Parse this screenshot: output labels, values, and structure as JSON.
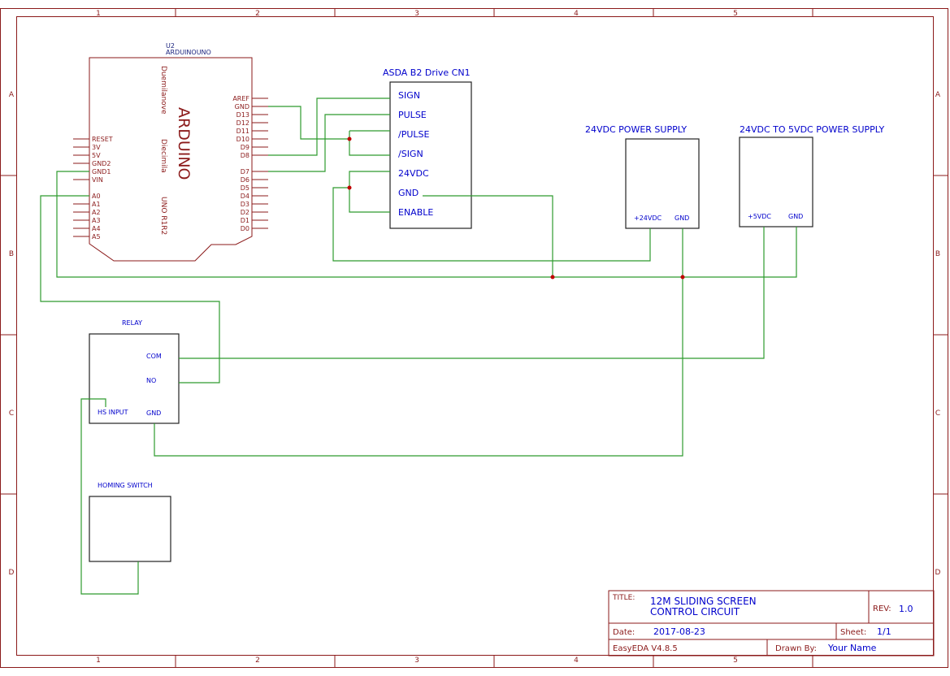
{
  "colors": {
    "frame": "#8b1a1a",
    "wire": "#2e9b2e",
    "label_blue": "#0000cc",
    "junction": "#c00000"
  },
  "frame": {
    "columns": [
      "1",
      "2",
      "3",
      "4",
      "5"
    ],
    "rows": [
      "A",
      "B",
      "C",
      "D"
    ]
  },
  "arduino": {
    "designator": "U2",
    "part": "ARDUINOUNO",
    "brand": "ARDUINO",
    "text_duemilanove": "Duemilanove",
    "text_diecimila": "Diecimila",
    "text_uno": "UNO R1R2",
    "left_pins": [
      "RESET",
      "3V",
      "5V",
      "GND2",
      "GND1",
      "VIN",
      "A0",
      "A1",
      "A2",
      "A3",
      "A4",
      "A5"
    ],
    "right_pins": [
      "AREF",
      "GND",
      "D13",
      "D12",
      "D11",
      "D10",
      "D9",
      "D8",
      "D7",
      "D6",
      "D5",
      "D4",
      "D3",
      "D2",
      "D1",
      "D0"
    ]
  },
  "asda": {
    "title": "ASDA B2 Drive CN1",
    "pins": [
      "SIGN",
      "PULSE",
      "/PULSE",
      "/SIGN",
      "24VDC",
      "GND",
      "ENABLE"
    ]
  },
  "psu24": {
    "title": "24VDC POWER SUPPLY",
    "pin_pos": "+24VDC",
    "pin_gnd": "GND"
  },
  "psu5": {
    "title": "24VDC TO 5VDC POWER SUPPLY",
    "pin_pos": "+5VDC",
    "pin_gnd": "GND"
  },
  "relay": {
    "title": "RELAY",
    "pin_com": "COM",
    "pin_no": "NO",
    "pin_hs": "HS INPUT",
    "pin_gnd": "GND"
  },
  "homing": {
    "title": "HOMING SWITCH"
  },
  "title_block": {
    "title_label": "TITLE:",
    "title_line1": "12M SLIDING SCREEN",
    "title_line2": "CONTROL CIRCUIT",
    "rev_label": "REV:",
    "rev_value": "1.0",
    "date_label": "Date:",
    "date_value": "2017-08-23",
    "sheet_label": "Sheet:",
    "sheet_value": "1/1",
    "tool": "EasyEDA V4.8.5",
    "drawn_label": "Drawn By:",
    "drawn_value": "Your Name"
  }
}
